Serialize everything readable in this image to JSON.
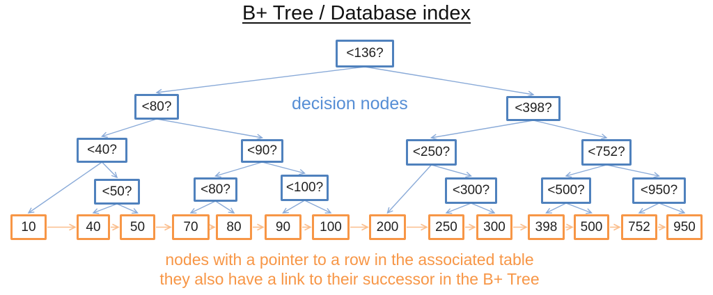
{
  "title": "B+ Tree / Database index",
  "annotations": {
    "decision_label": "decision nodes",
    "caption_line1": "nodes with a pointer to a row in the associated table",
    "caption_line2": "they also have a link to their successor in the B+ Tree"
  },
  "colors": {
    "decision_border": "#4f81bd",
    "leaf_border": "#f79646",
    "tree_edge": "#89aad8",
    "chain_edge": "#fbbe8c",
    "decision_label_text": "#568ed5",
    "caption_text": "#f79646",
    "node_text": "#1f1f1f",
    "title_text": "#111111"
  },
  "tree": {
    "decision_nodes": [
      {
        "id": "d136",
        "label": "<136?"
      },
      {
        "id": "d80a",
        "label": "<80?"
      },
      {
        "id": "d398",
        "label": "<398?"
      },
      {
        "id": "d40",
        "label": "<40?"
      },
      {
        "id": "d90",
        "label": "<90?"
      },
      {
        "id": "d250",
        "label": "<250?"
      },
      {
        "id": "d752",
        "label": "<752?"
      },
      {
        "id": "d50",
        "label": "<50?"
      },
      {
        "id": "d80b",
        "label": "<80?"
      },
      {
        "id": "d100",
        "label": "<100?"
      },
      {
        "id": "d300",
        "label": "<300?"
      },
      {
        "id": "d500",
        "label": "<500?"
      },
      {
        "id": "d950",
        "label": "<950?"
      }
    ],
    "leaf_nodes": [
      {
        "id": "l10",
        "label": "10"
      },
      {
        "id": "l40",
        "label": "40"
      },
      {
        "id": "l50",
        "label": "50"
      },
      {
        "id": "l70",
        "label": "70"
      },
      {
        "id": "l80",
        "label": "80"
      },
      {
        "id": "l90",
        "label": "90"
      },
      {
        "id": "l100",
        "label": "100"
      },
      {
        "id": "l200",
        "label": "200"
      },
      {
        "id": "l250",
        "label": "250"
      },
      {
        "id": "l300",
        "label": "300"
      },
      {
        "id": "l398",
        "label": "398"
      },
      {
        "id": "l500",
        "label": "500"
      },
      {
        "id": "l752",
        "label": "752"
      },
      {
        "id": "l950",
        "label": "950"
      }
    ],
    "edges": [
      [
        "d136",
        "d80a"
      ],
      [
        "d136",
        "d398"
      ],
      [
        "d80a",
        "d40"
      ],
      [
        "d80a",
        "d90"
      ],
      [
        "d398",
        "d250"
      ],
      [
        "d398",
        "d752"
      ],
      [
        "d40",
        "l10"
      ],
      [
        "d40",
        "d50"
      ],
      [
        "d90",
        "d80b"
      ],
      [
        "d90",
        "d100"
      ],
      [
        "d250",
        "l200"
      ],
      [
        "d250",
        "d300"
      ],
      [
        "d752",
        "d500"
      ],
      [
        "d752",
        "d950"
      ],
      [
        "d50",
        "l40"
      ],
      [
        "d50",
        "l50"
      ],
      [
        "d80b",
        "l70"
      ],
      [
        "d80b",
        "l80"
      ],
      [
        "d100",
        "l90"
      ],
      [
        "d100",
        "l100"
      ],
      [
        "d300",
        "l250"
      ],
      [
        "d300",
        "l300"
      ],
      [
        "d500",
        "l398"
      ],
      [
        "d500",
        "l500"
      ],
      [
        "d950",
        "l752"
      ],
      [
        "d950",
        "l950"
      ]
    ],
    "leaf_chain": [
      "l10",
      "l40",
      "l50",
      "l70",
      "l80",
      "l90",
      "l100",
      "l200",
      "l250",
      "l300",
      "l398",
      "l500",
      "l752",
      "l950"
    ]
  }
}
